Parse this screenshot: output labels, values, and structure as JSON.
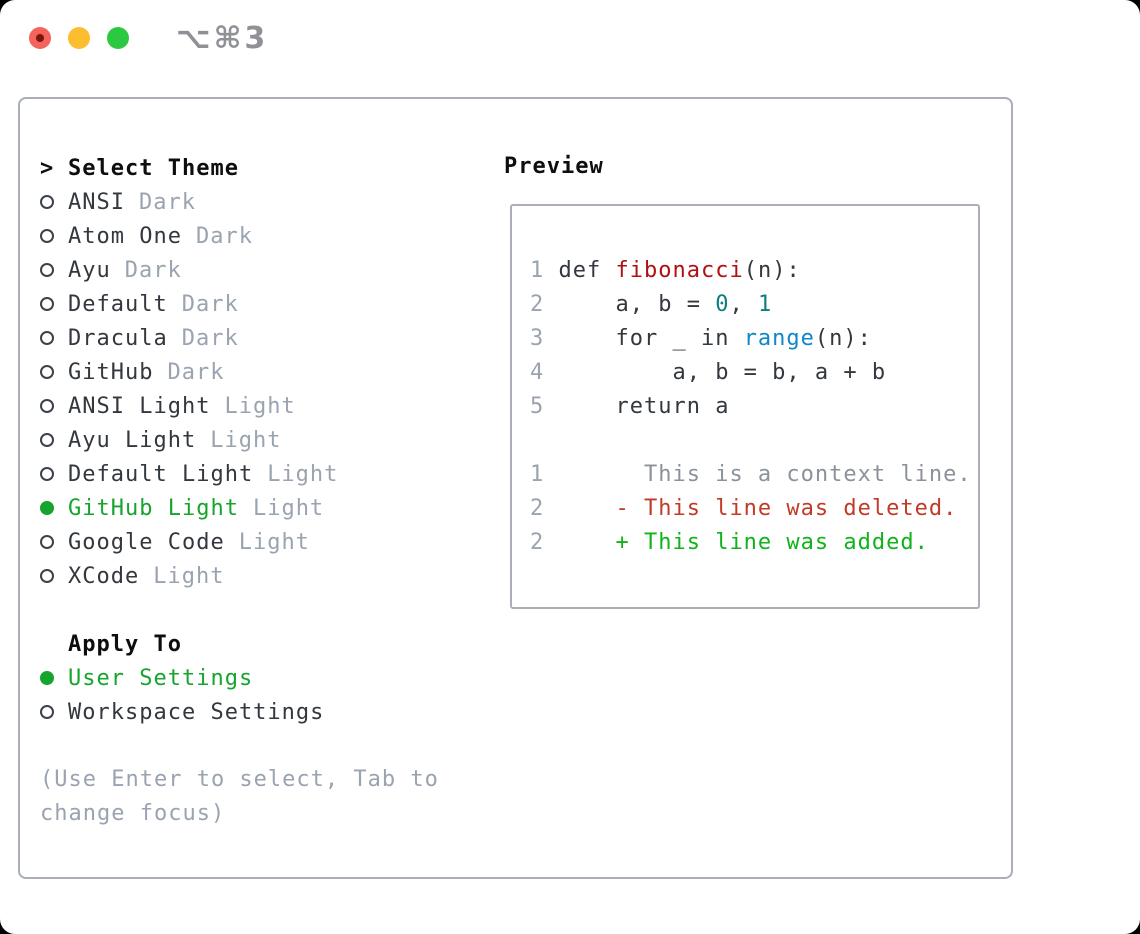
{
  "window": {
    "shortcut": "⌥⌘3"
  },
  "colors": {
    "heading": "#0c0e10",
    "fg": "#33383f",
    "muted": "#9aa3b0",
    "green": "#16a42e",
    "border": "#a9aeb8",
    "radio": "#3c424a",
    "shortcut": "#8f9196",
    "tl_red": "#f4635c",
    "tl_red_dot": "#7e1509",
    "tl_yellow": "#fcbd2f",
    "tl_green": "#2ac940",
    "num": "#9aa3b0",
    "red": "#b01014",
    "teal": "#0d7e80",
    "blue": "#0f87c8",
    "ctx": "#8b929b",
    "del": "#c23b26",
    "add": "#10b31a"
  },
  "theme_panel": {
    "header": {
      "prompt": ">",
      "label": "Select Theme"
    },
    "themes": [
      {
        "name": "ANSI",
        "variant": "Dark",
        "selected": false
      },
      {
        "name": "Atom One",
        "variant": "Dark",
        "selected": false
      },
      {
        "name": "Ayu",
        "variant": "Dark",
        "selected": false
      },
      {
        "name": "Default",
        "variant": "Dark",
        "selected": false
      },
      {
        "name": "Dracula",
        "variant": "Dark",
        "selected": false
      },
      {
        "name": "GitHub",
        "variant": "Dark",
        "selected": false
      },
      {
        "name": "ANSI Light",
        "variant": "Light",
        "selected": false
      },
      {
        "name": "Ayu Light",
        "variant": "Light",
        "selected": false
      },
      {
        "name": "Default Light",
        "variant": "Light",
        "selected": false
      },
      {
        "name": "GitHub Light",
        "variant": "Light",
        "selected": true
      },
      {
        "name": "Google Code",
        "variant": "Light",
        "selected": false
      },
      {
        "name": "XCode",
        "variant": "Light",
        "selected": false
      }
    ],
    "apply_to": {
      "label": "Apply To",
      "options": [
        {
          "name": "User Settings",
          "selected": true
        },
        {
          "name": "Workspace Settings",
          "selected": false
        }
      ]
    },
    "hint_lines": [
      "(Use Enter to select, Tab to",
      "change focus)"
    ]
  },
  "preview": {
    "label": "Preview",
    "code_lines": [
      [
        {
          "t": "1 ",
          "c": "num"
        },
        {
          "t": "def ",
          "c": "fg"
        },
        {
          "t": "fibonacci",
          "c": "red"
        },
        {
          "t": "(n):",
          "c": "fg"
        }
      ],
      [
        {
          "t": "2 ",
          "c": "num"
        },
        {
          "t": "    a, b = ",
          "c": "fg"
        },
        {
          "t": "0",
          "c": "teal"
        },
        {
          "t": ", ",
          "c": "fg"
        },
        {
          "t": "1",
          "c": "teal"
        }
      ],
      [
        {
          "t": "3 ",
          "c": "num"
        },
        {
          "t": "    for _ in ",
          "c": "fg"
        },
        {
          "t": "range",
          "c": "blue"
        },
        {
          "t": "(n):",
          "c": "fg"
        }
      ],
      [
        {
          "t": "4 ",
          "c": "num"
        },
        {
          "t": "        a, b = b, a + b",
          "c": "fg"
        }
      ],
      [
        {
          "t": "5 ",
          "c": "num"
        },
        {
          "t": "    return a",
          "c": "fg"
        }
      ],
      [],
      [
        {
          "t": "1 ",
          "c": "num"
        },
        {
          "t": "      This is a context line.",
          "c": "ctx"
        }
      ],
      [
        {
          "t": "2 ",
          "c": "num"
        },
        {
          "t": "    - This line was deleted.",
          "c": "del"
        }
      ],
      [
        {
          "t": "2 ",
          "c": "num"
        },
        {
          "t": "    + This line was added.",
          "c": "add"
        }
      ]
    ]
  }
}
